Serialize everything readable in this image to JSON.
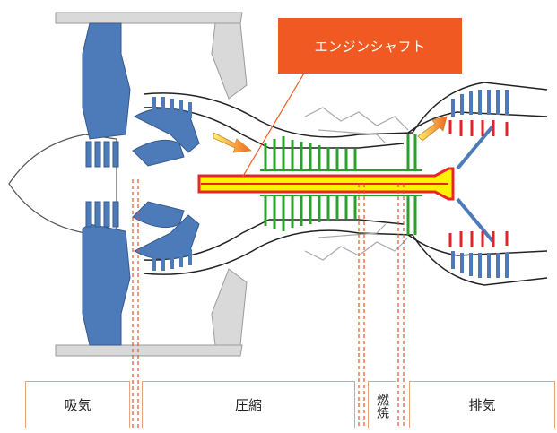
{
  "callout": {
    "label": "エンジンシャフト"
  },
  "stages": {
    "intake": "吸気",
    "compression": "圧縮",
    "combustion": "燃焼",
    "exhaust": "排気"
  },
  "colors": {
    "fan_blue": "#4d7ab8",
    "compressor_green": "#2ca02c",
    "shaft_yellow": "#fff200",
    "shaft_red": "#e8252b",
    "turbine_red": "#e5212a",
    "nacelle_gray": "#d8d8d8",
    "callout_orange": "#f05a22",
    "divider_orange": "#e8522a"
  }
}
